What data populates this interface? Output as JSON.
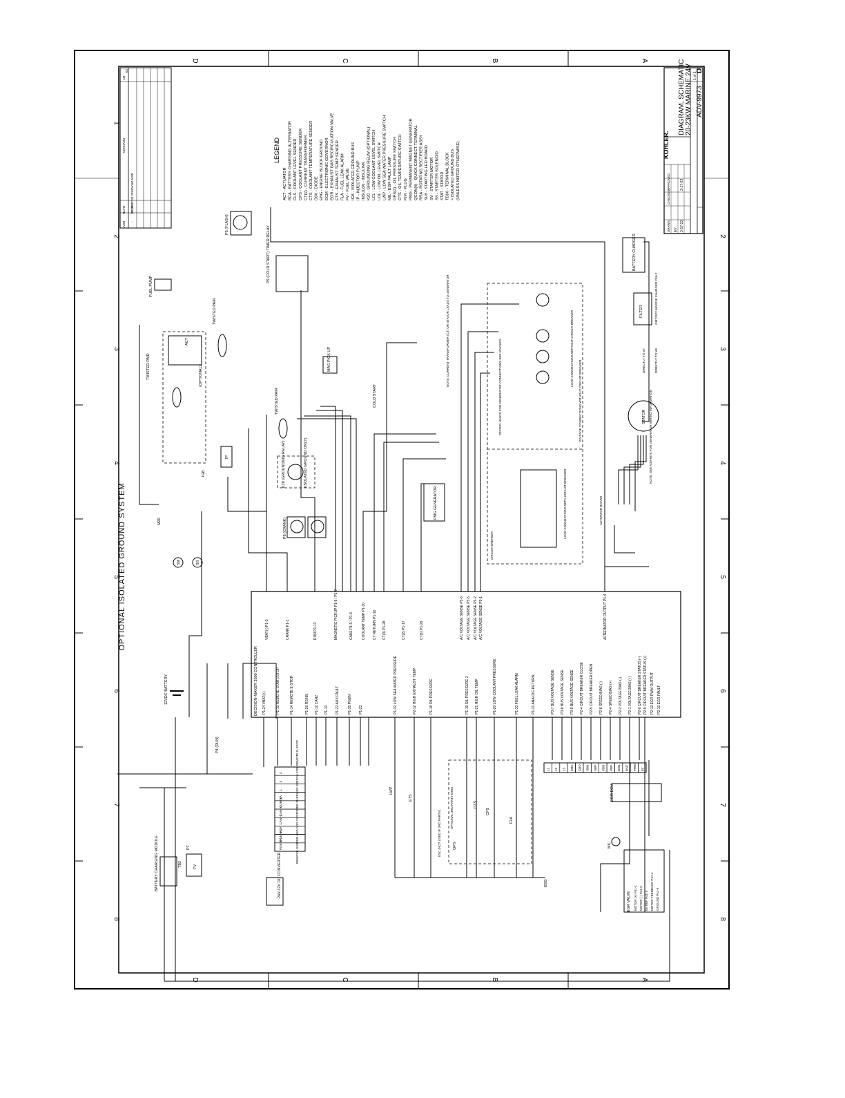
{
  "zone_letters": [
    "D",
    "C",
    "B",
    "A"
  ],
  "zone_numbers": [
    "1",
    "2",
    "3",
    "4",
    "5",
    "6",
    "7",
    "8"
  ],
  "revision_block": {
    "headers": [
      "REV",
      "DATE",
      "REVISION",
      "BY",
      "CK"
    ],
    "row": {
      "rev": "-",
      "date": "3-17-23",
      "revision": "NEW DRAWING (ECO20326)"
    }
  },
  "title": "OPTIONAL ISOLATED GROUND SYSTEM",
  "legend": {
    "heading": "LEGEND",
    "items": [
      "ACT - ACTUATOR",
      "BCA - BATTERY CHARGING ALTERNATOR",
      "CLS - COOLANT LEVEL SENDER",
      "CPS - COOLANT PRESSURE SENDER",
      "CT(#) - CURRENT TRANSFORMER",
      "CTS - COOLANT TEMPERATURE SENDER",
      "D(#) - DIODE",
      "EBG - ENGINE BLOCK GROUND",
      "ECM - ELECTRONIC GOVERNOR",
      "EGR - EXHAUST GAS RECIRCULATION VALVE",
      "ETS - EXHAUST TEMP SENDER",
      "FLA - FUEL LEAK ALARM",
      "FV - FUEL VALVE",
      "IGB - ISOLATED GROUND BUS",
      "IP - INJECTOR PUMP",
      "INSUL(#) - INSULINK",
      "K20 - GROUNDING RELAY (OPTIONAL)",
      "LCL - LOW COOLANT LEVEL SWITCH",
      "LOL - LOW OIL LEVEL SWITCH",
      "LWP - LOW SEA WATER PRESSURE SWITCH",
      "MIL - EGR FAULT LAMP",
      "OPS(#) - OIL PRESSURE SWITCH",
      "OTS - OIL TEMPERATURE SWITCH",
      "P(#) - PLUG",
      "PMG - PERMANENT MAGNET GENERATOR",
      "QCON(#) - QUICK CONNECT TERMINAL",
      "RRA - ROTATING RECTIFIER ASSY",
      "SLB - STARTING LED BOARD",
      "SV - STARTER MOTOR",
      "SS - STARTER SOLENOID",
      "STAT - STATOR",
      "TB(#) - TERMINAL BLOCK",
      "= ISOLATED GROUND BUS",
      "(UNLESS NOTED OTHERWISE)"
    ]
  },
  "title_block": {
    "company": "KOHLER.",
    "title_line1": "DIAGRAM, SCHEMATIC",
    "title_line2": "20-23KW MARINE 24V",
    "drawing_number": "ADV-9973",
    "size": "D",
    "sheet": "1 of 1",
    "drawn_label": "DRAWN",
    "drawn_value": "EV",
    "drawn_date": "3-17-23",
    "checked_label": "CHECKED",
    "approved_label": "APPROVED",
    "approved_date": "3-17-23"
  },
  "controller": {
    "name": "DECISION-MAKER 3500 CONTROLLER",
    "top_pins": [
      "VBAT(-) P1-3",
      "CRANK P1-1",
      "RUN P1-13",
      "MAGNETIC PICKUP P1-8 / P1-7",
      "CAN1 P1-5 / P1-6",
      "COOLANT TEMP P1-30",
      "CT RETURN P1-16",
      "CT(3) P1-28",
      "CT(2) P1-17",
      "CT(1) P1-29",
      "A/C VOLTAGE SENSE P3-6",
      "A/C VOLTAGE SENSE P3-5",
      "A/C VOLTAGE SENSE P3-2",
      "A/C VOLTAGE SENSE P3-1",
      "ALTERNATOR OUTPUT P1-4"
    ],
    "bottom_pins": [
      "P1-24 VBAT(+)",
      "P1-15 REMOTE START/STOP",
      "P1-14 REMOTE E-STOP",
      "P1-26 RS485",
      "P1-12 CAN2",
      "P1-10",
      "P1-22 AUX FAULT",
      "P1-35 PGEN",
      "P1-23",
      "P1-32 LOW SEA WATER PRESSURE",
      "P2-12 HIGH EXHAUST TEMP",
      "P1-18 OIL PRESSURE",
      "P1-19 OIL PRESSURE 2",
      "P1-21 HIGH OIL TEMP",
      "P1-20 LOW COOLANT PRESSURE",
      "P1-33 FUEL LEAK ALARM",
      "P1-31 ANALOG RETURN",
      "P3-7 BUS VOLTAGE SENSE",
      "P3-8 BUS VOLTAGE SENSE",
      "P3-9 BUS VOLTAGE SENSE",
      "P2-4 CIRCUIT BREAKER CLOSE",
      "P2-5 CIRCUIT BREAKER OPEN",
      "P2-8 SPEED BIAS (-)",
      "P2-4 SPEED BIAS (+)",
      "P2-3 VOLTAGE BIAS (-)",
      "P2-1 VOLTAGE BIAS (+)",
      "P2-6 CIRCUIT BREAKER STATUS (-)",
      "P2-9 CIRCUIT BREAKER STATUS (+)",
      "P2-13 EGR PWM OUTPUT",
      "P2-10 EGR FAULT"
    ]
  },
  "components": {
    "fuel_pump": "FUEL PUMP",
    "twisted_pair": "TWISTED PAIR",
    "optional": "(OPTIONAL)",
    "act": "ACT",
    "timer_relay": "P9 (COLD START) TIMER RELAY",
    "flash": "P5 (FLASH)",
    "cold_start": "COLD START",
    "magnetic_pickup": "MAG PICK UP",
    "igb": "IGB",
    "k20": "K20 (GROUNDING RELAY)",
    "isolated_ground_only": "(ISOLATED GROUND ONLY)",
    "crank": "P6 (CRANK)",
    "run": "P4 (RUN)",
    "sm": "SM",
    "ss": "SS",
    "battery": "12VDC BATTERY",
    "battery_charger": "BATTERY CHARGER",
    "battery_charging_module": "BATTERY CHARGING MODULE",
    "converter": "24V-12V DC CONVERTER",
    "estop_note": "REMOVE JUMPER AND ADD CUSTOMER SUPPLIED SWITCH FOR REMOTE E-STOP",
    "tb1_cells": [
      "3",
      "4",
      "1",
      "1A",
      "COM(+)",
      "CAN(+)",
      "CAN(-)",
      "AUX",
      "PGEN(+)",
      "PGEN(-)"
    ],
    "tb3_cells": [
      "L1",
      "L2",
      "L3",
      "CBC",
      "CBO",
      "SBN",
      "SBP",
      "VBN",
      "VBP",
      "BSN",
      "BSP",
      "PWM",
      "EF"
    ],
    "pmg": "PMG GENERATOR",
    "ct_note": "NOTE: CURRENT TRANSFORMER (CT) OR STATOR LEADS TO GENERATOR",
    "stator_leads_isolated": "STATOR LEADS FOR GENERATOR CONNECTIONS SEE ADV-5875",
    "load_without_breaker": "LOAD CONNECTIONS WITHOUT CIRCUIT BREAKER",
    "load_with_breaker": "LOAD CONNECTIONS WITH CIRCUIT BREAKER",
    "voltage_connections": "VOLTAGE CONNECTIONS WITHOUT CIRCUIT BREAKER",
    "circuit_breaker": "CIRCUIT BREAKER",
    "stator": "STATOR",
    "activator_board": "ACTIVATOR BOARD",
    "filter": "FILTER",
    "filter_note": "GM77422 MARINE CHARGER ONLY",
    "directly_to_v7": "DIRECTLY TO V7",
    "directly_to_v8": "DIRECTLY TO V8",
    "stator_note": "NOTE: SEE ADV-5875 FOR GENERATOR WIRING INFORMATION",
    "egr_ecu": "EGR ECU",
    "egr_valve": "EGR VALVE",
    "egr_valve_pins": [
      "MOTOR (+) P41-1",
      "MOTOR (-) P41-2",
      "5V REF P41-3",
      "MOTOR FEEDBACK P41-4",
      "GROUND P41-5"
    ],
    "mil": "MIL",
    "fla": "FLA",
    "ops": "OPS",
    "ots": "OTS",
    "cps": "CPS",
    "lwp": "LWP",
    "ets": "ETS",
    "esc_note": "ESC (NOT USED IF 3RD PARTY)",
    "optional_3rd_party": "OPTIONAL 3RD PARTY MIRS",
    "ebg": "EBG",
    "m20": "M20",
    "tb2": "TB2",
    "p7": "P7",
    "fv": "FV",
    "ip": "IP"
  }
}
